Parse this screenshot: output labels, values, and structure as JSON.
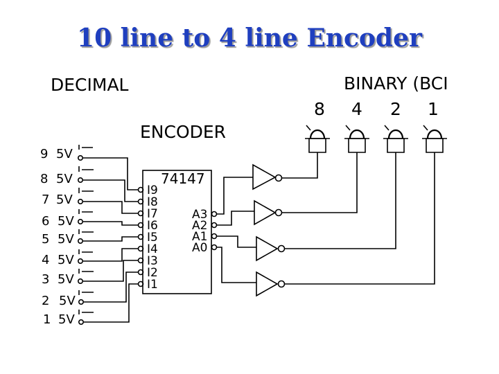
{
  "title": "10 line to 4 line Encoder",
  "labels": {
    "decimal": "DECIMAL",
    "binary": "BINARY (BCI",
    "encoder": "ENCODER",
    "chip": "74147"
  },
  "binary_weights": [
    "8",
    "4",
    "2",
    "1"
  ],
  "switches": [
    {
      "digit": "9",
      "supply": "5V"
    },
    {
      "digit": "8",
      "supply": "5V"
    },
    {
      "digit": "7",
      "supply": "5V"
    },
    {
      "digit": "6",
      "supply": "5V"
    },
    {
      "digit": "5",
      "supply": "5V"
    },
    {
      "digit": "4",
      "supply": "5V"
    },
    {
      "digit": "3",
      "supply": "5V"
    },
    {
      "digit": "2",
      "supply": "5V"
    },
    {
      "digit": "1",
      "supply": "5V"
    }
  ],
  "chip_inputs": [
    "I9",
    "I8",
    "I7",
    "I6",
    "I5",
    "I4",
    "I3",
    "I2",
    "I1"
  ],
  "chip_outputs": [
    "A3",
    "A2",
    "A1",
    "A0"
  ],
  "colors": {
    "title": "#1f3fbf",
    "lines": "#000000"
  }
}
